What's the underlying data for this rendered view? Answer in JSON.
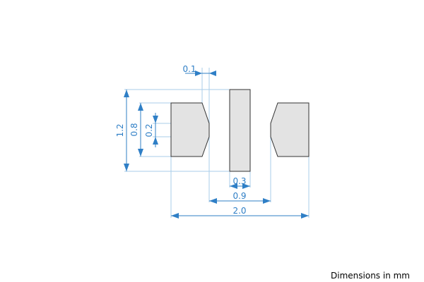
{
  "dimensions": {
    "gap": "0.1",
    "height_total": "1.2",
    "height_pad": "0.8",
    "height_notch": "0.2",
    "width_center": "0.3",
    "width_inner": "0.9",
    "width_total": "2.0"
  },
  "note": "Dimensions in mm",
  "colors": {
    "pad_fill": "#e3e3e3",
    "pad_stroke": "#333333",
    "dimension_line": "#2f7fc6",
    "extension_line": "#a9cdea"
  }
}
